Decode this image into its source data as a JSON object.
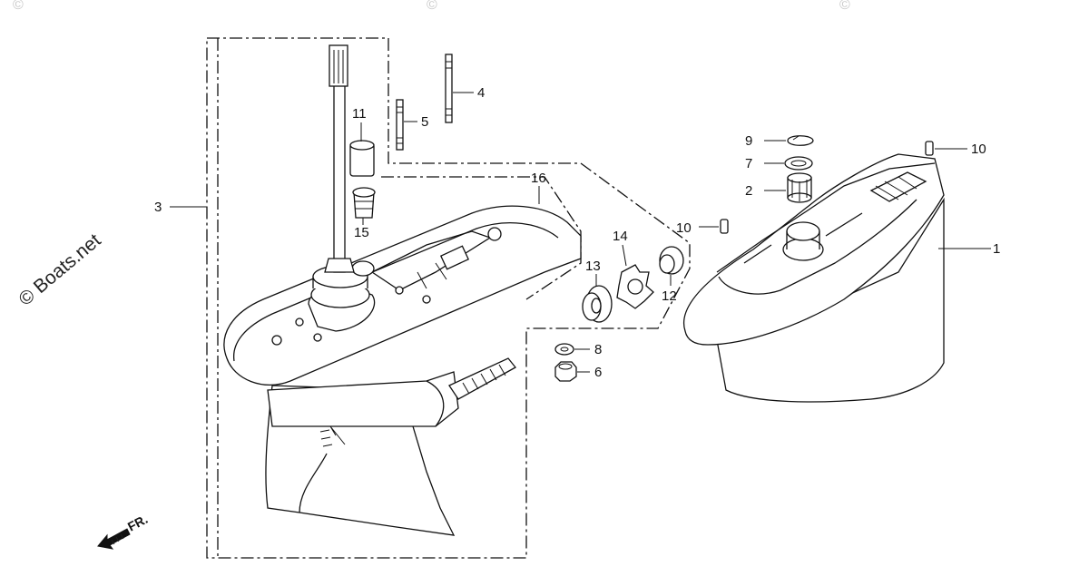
{
  "watermark": {
    "text": "© Boats.net"
  },
  "orientation": {
    "label": "FR."
  },
  "callouts": [
    {
      "id": "c1",
      "number": "1"
    },
    {
      "id": "c2",
      "number": "2"
    },
    {
      "id": "c3",
      "number": "3"
    },
    {
      "id": "c4",
      "number": "4"
    },
    {
      "id": "c5",
      "number": "5"
    },
    {
      "id": "c6",
      "number": "6"
    },
    {
      "id": "c7",
      "number": "7"
    },
    {
      "id": "c8",
      "number": "8"
    },
    {
      "id": "c9",
      "number": "9"
    },
    {
      "id": "c10a",
      "number": "10"
    },
    {
      "id": "c10b",
      "number": "10"
    },
    {
      "id": "c11",
      "number": "11"
    },
    {
      "id": "c12",
      "number": "12"
    },
    {
      "id": "c13",
      "number": "13"
    },
    {
      "id": "c14",
      "number": "14"
    },
    {
      "id": "c15",
      "number": "15"
    },
    {
      "id": "c16",
      "number": "16"
    }
  ]
}
